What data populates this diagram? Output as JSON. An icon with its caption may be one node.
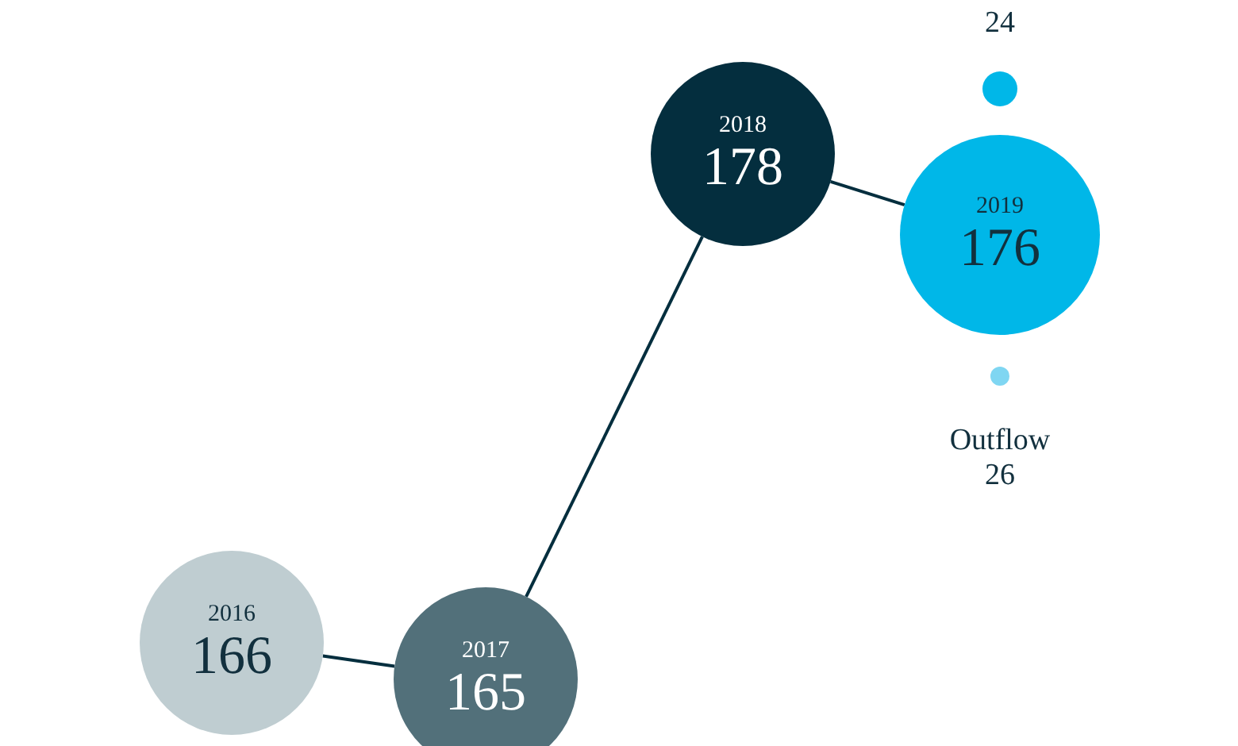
{
  "diagram": {
    "nodes": [
      {
        "text": [
          "2016",
          "166"
        ]
      },
      {
        "text": [
          "2017",
          "165"
        ]
      },
      {
        "text": [
          "2018",
          "178"
        ]
      },
      {
        "text": [
          "2019",
          "176"
        ]
      },
      {
        "text": [],
        "shape": "circle",
        "beside": [
          "24"
        ]
      },
      {
        "text": [],
        "shape": "circle",
        "beside": [
          "Outflow",
          "26"
        ]
      }
    ],
    "edges": [
      {
        "from": 0,
        "to": 1,
        "arrow": "none"
      },
      {
        "from": 1,
        "to": 2,
        "arrow": "none"
      },
      {
        "from": 2,
        "to": 3,
        "arrow": "none"
      }
    ]
  }
}
